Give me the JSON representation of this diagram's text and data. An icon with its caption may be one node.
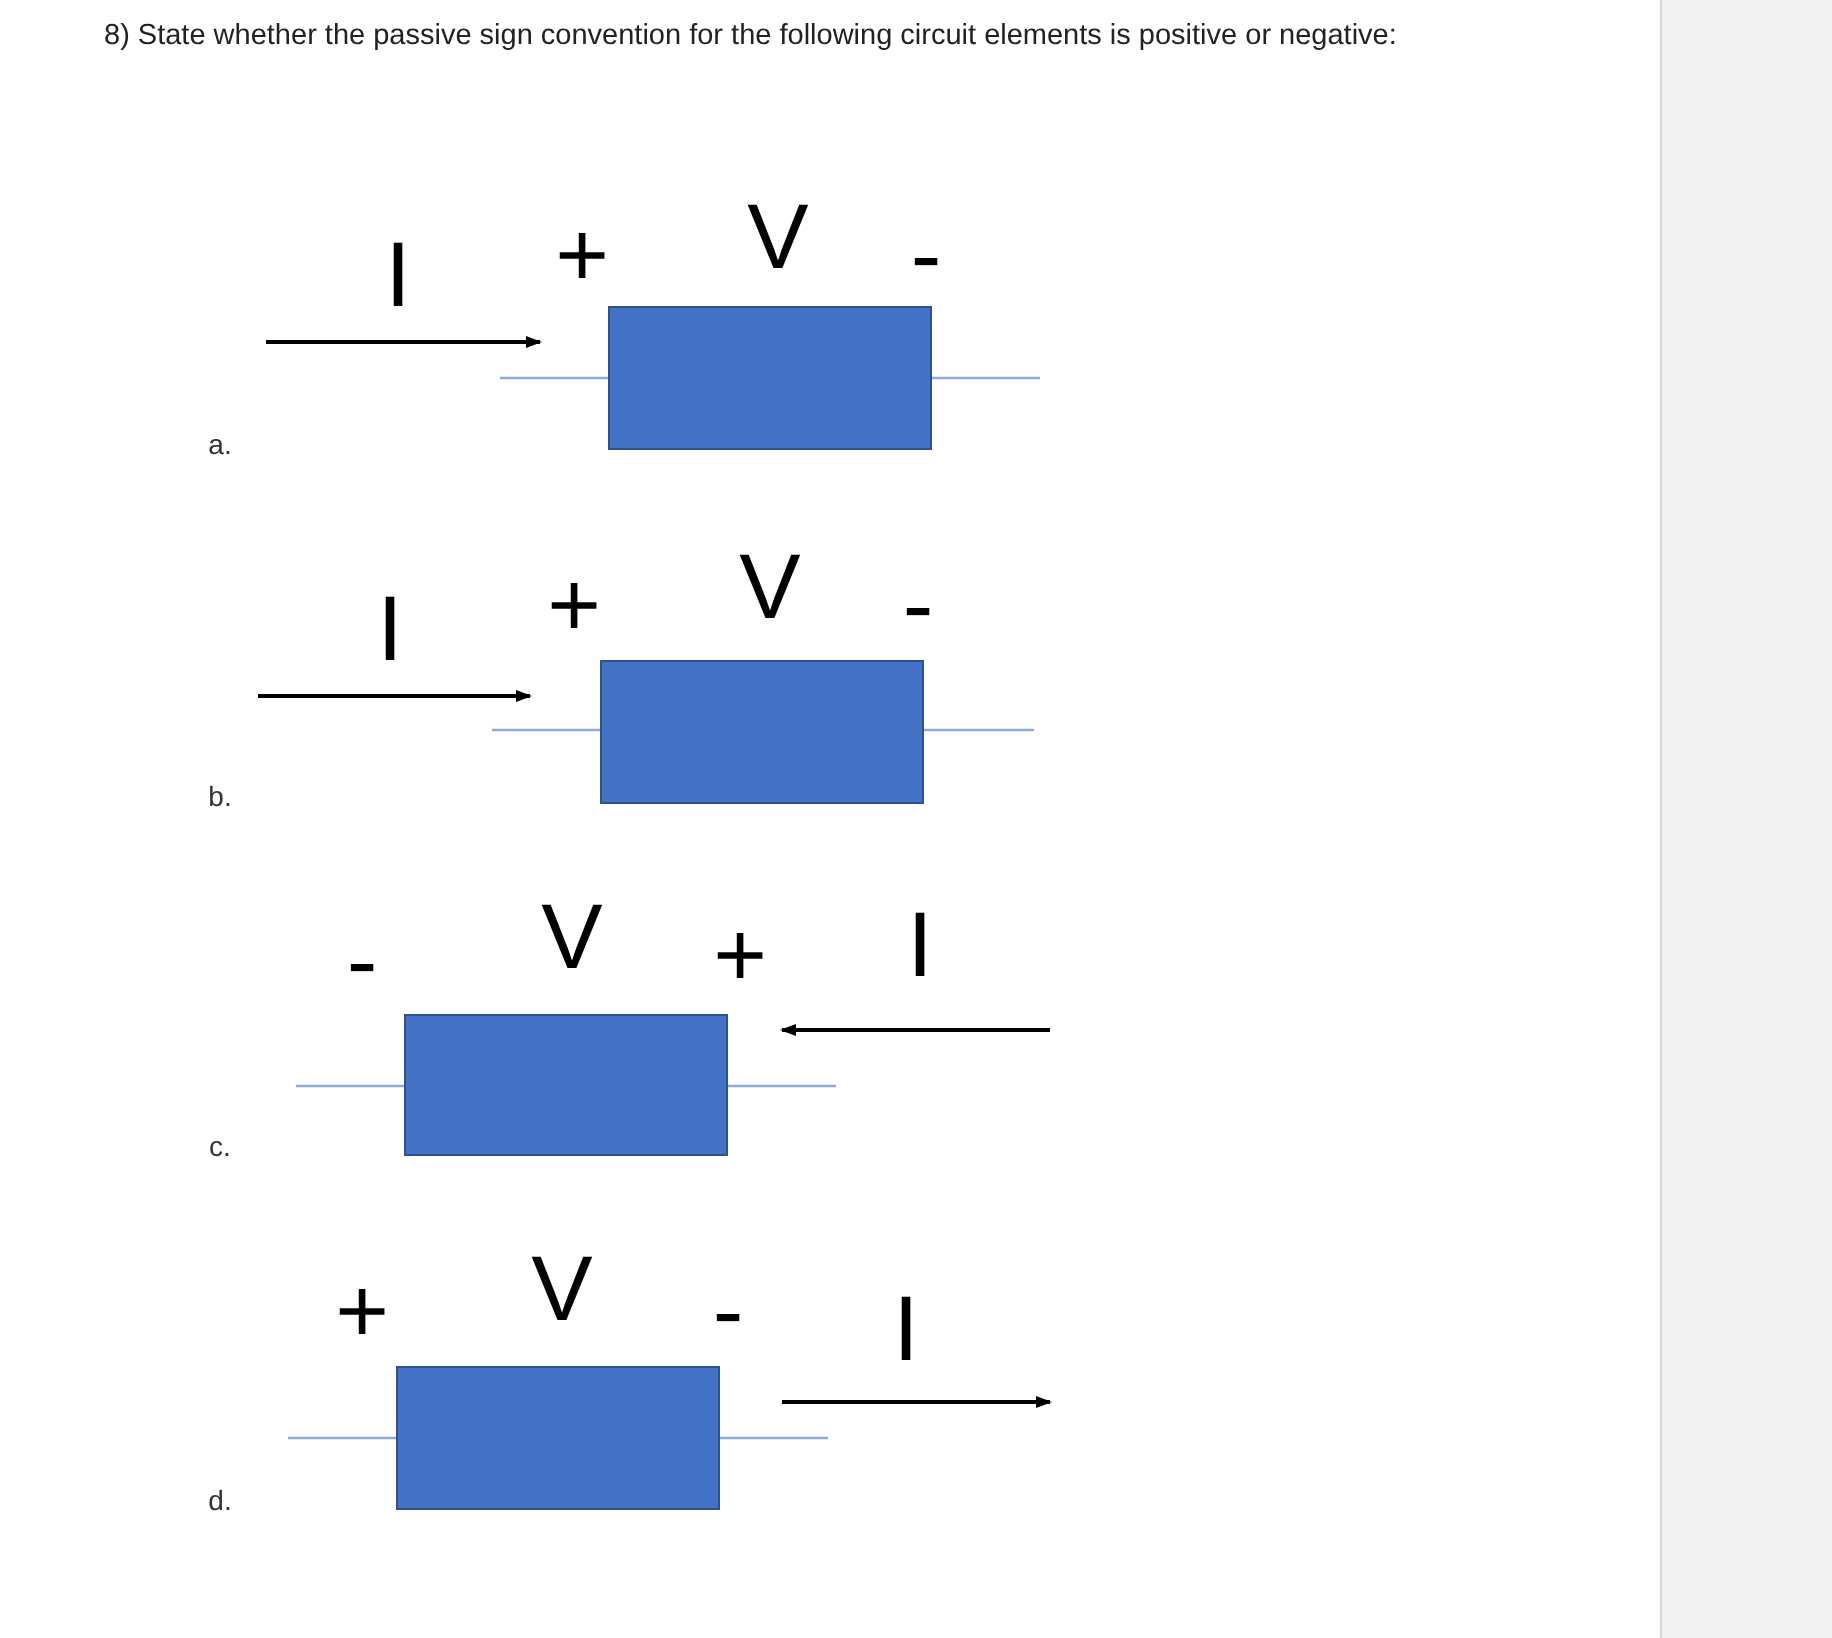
{
  "diagram": {
    "title": "8) State whether the passive sign convention for the following circuit elements is positive or negative:",
    "nodes": [
      {
        "text": [],
        "shape": "box"
      },
      {
        "text": [],
        "shape": "box"
      },
      {
        "text": [],
        "shape": "box"
      },
      {
        "text": [],
        "shape": "box"
      }
    ],
    "labels": [
      "I",
      "+",
      "V",
      "-",
      "a.",
      "I",
      "+",
      "V",
      "-",
      "b.",
      "-",
      "V",
      "+",
      "I",
      "c.",
      "+",
      "V",
      "-",
      "I",
      "d."
    ]
  }
}
